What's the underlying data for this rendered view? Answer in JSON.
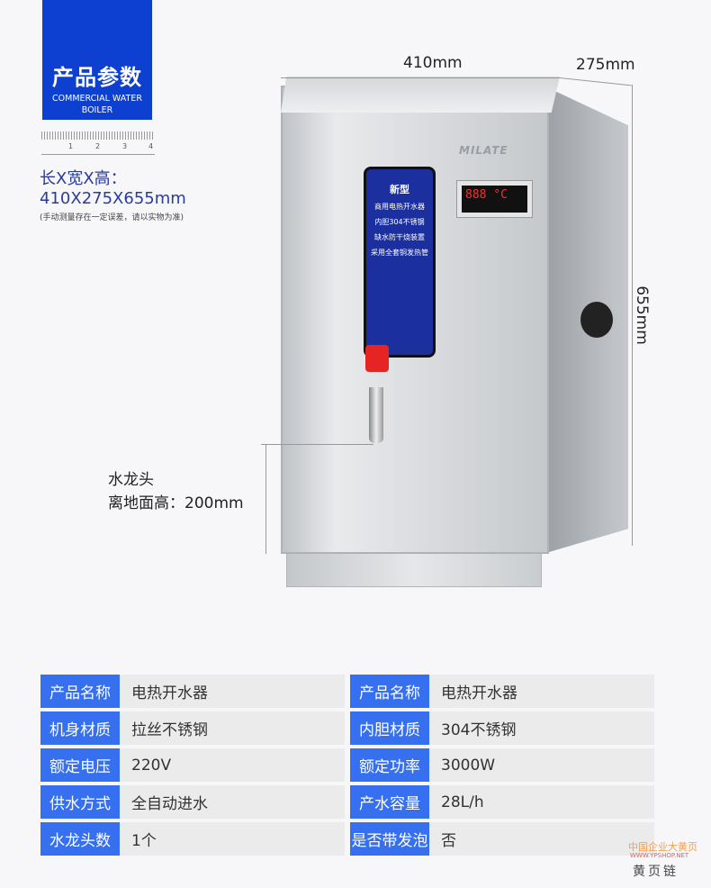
{
  "header": {
    "title": "产品参数",
    "subtitle_line1": "COMMERCIAL WATER",
    "subtitle_line2": "BOILER"
  },
  "ruler": {
    "ticks": [
      "1",
      "2",
      "3",
      "4"
    ]
  },
  "dimensions": {
    "label": "长X宽X高：",
    "value": "410X275X655mm",
    "note": "(手动测量存在一定误差，请以实物为准)",
    "width": "410mm",
    "depth": "275mm",
    "height": "655mm"
  },
  "faucet": {
    "label_line1": "水龙头",
    "label_line2": "离地面高：200mm"
  },
  "product": {
    "brand": "MILATE",
    "label_lines": [
      "新型",
      "商用电热开水器",
      "内胆304不锈钢",
      "缺水防干烧装置",
      "采用全套铜发热管"
    ],
    "display": "888",
    "display_unit": "°C"
  },
  "specs": [
    {
      "label": "产品名称",
      "value": "电热开水器",
      "label2": "产品名称",
      "value2": "电热开水器"
    },
    {
      "label": "机身材质",
      "value": "拉丝不锈钢",
      "label2": "内胆材质",
      "value2": "304不锈钢"
    },
    {
      "label": "额定电压",
      "value": "220V",
      "label2": "额定功率",
      "value2": "3000W"
    },
    {
      "label": "供水方式",
      "value": "全自动进水",
      "label2": "产水容量",
      "value2": "28L/h"
    },
    {
      "label": "水龙头数",
      "value": "1个",
      "label2": "是否带发泡",
      "value2": "否"
    }
  ],
  "watermark": {
    "line1": "中国企业大黄页",
    "line2": "WWW.YPSHOP.NET",
    "line3": "黄页链"
  },
  "colors": {
    "accent": "#3670ee",
    "badge": "#0d3fd1"
  }
}
